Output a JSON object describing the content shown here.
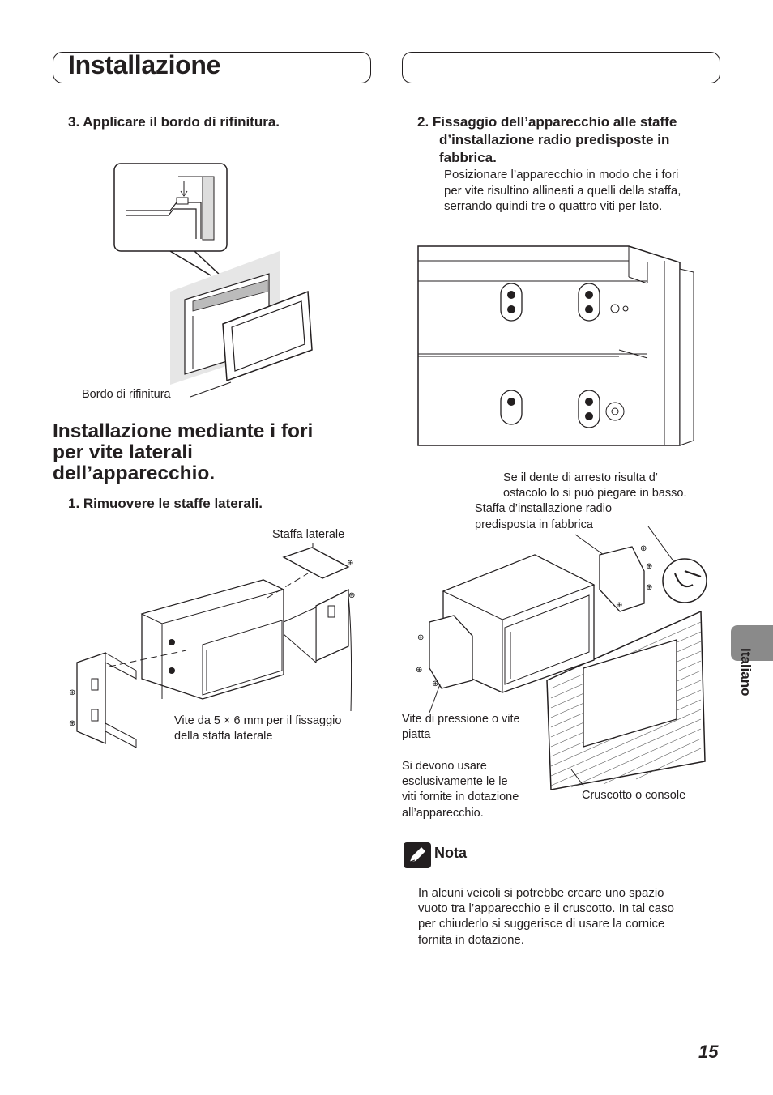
{
  "header": {
    "title": "Installazione"
  },
  "left": {
    "step3": "3.  Applicare il bordo di rifinitura.",
    "trim_caption": "Bordo di rifinitura",
    "section_title": "Installazione mediante i fori per vite laterali dell’apparecchio.",
    "step1": "1.  Rimuovere le staffe laterali.",
    "side_bracket_caption": "Staffa laterale",
    "screw_caption_1": "Vite da 5 × 6 mm per il fissaggio",
    "screw_caption_2": "della staffa laterale"
  },
  "right": {
    "step2_line1": "2.  Fissaggio dell’apparecchio alle staffe",
    "step2_line2": "d’installazione radio predisposte in",
    "step2_line3": "fabbrica.",
    "step2_body_1": "Posizionare l’apparecchio in modo che i fori",
    "step2_body_2": "per vite risultino allineati a quelli della staffa,",
    "step2_body_3": "serrando quindi tre o quattro viti per lato.",
    "tab_caption_1": "Se il dente di arresto risulta d’",
    "tab_caption_2": "ostacolo lo si può piegare in basso.",
    "factory_bracket_1": "Staffa d’installazione radio",
    "factory_bracket_2": "predisposta in fabbrica",
    "pressure_screw_1": "Vite di pressione o vite",
    "pressure_screw_2": "piatta",
    "only_screws_1": "Si devono usare",
    "only_screws_2": "esclusivamente le le",
    "only_screws_3": "viti fornite in dotazione",
    "only_screws_4": "all’apparecchio.",
    "dash_caption": "Cruscotto o console",
    "nota_label": "Nota",
    "nota_1": "In alcuni veicoli si potrebbe creare uno spazio",
    "nota_2": "vuoto tra l’apparecchio e il cruscotto. In tal caso",
    "nota_3": "per chiuderlo si suggerisce di usare la cornice",
    "nota_4": "fornita in dotazione."
  },
  "side_tab": {
    "label": "Italiano"
  },
  "page_number": "15"
}
